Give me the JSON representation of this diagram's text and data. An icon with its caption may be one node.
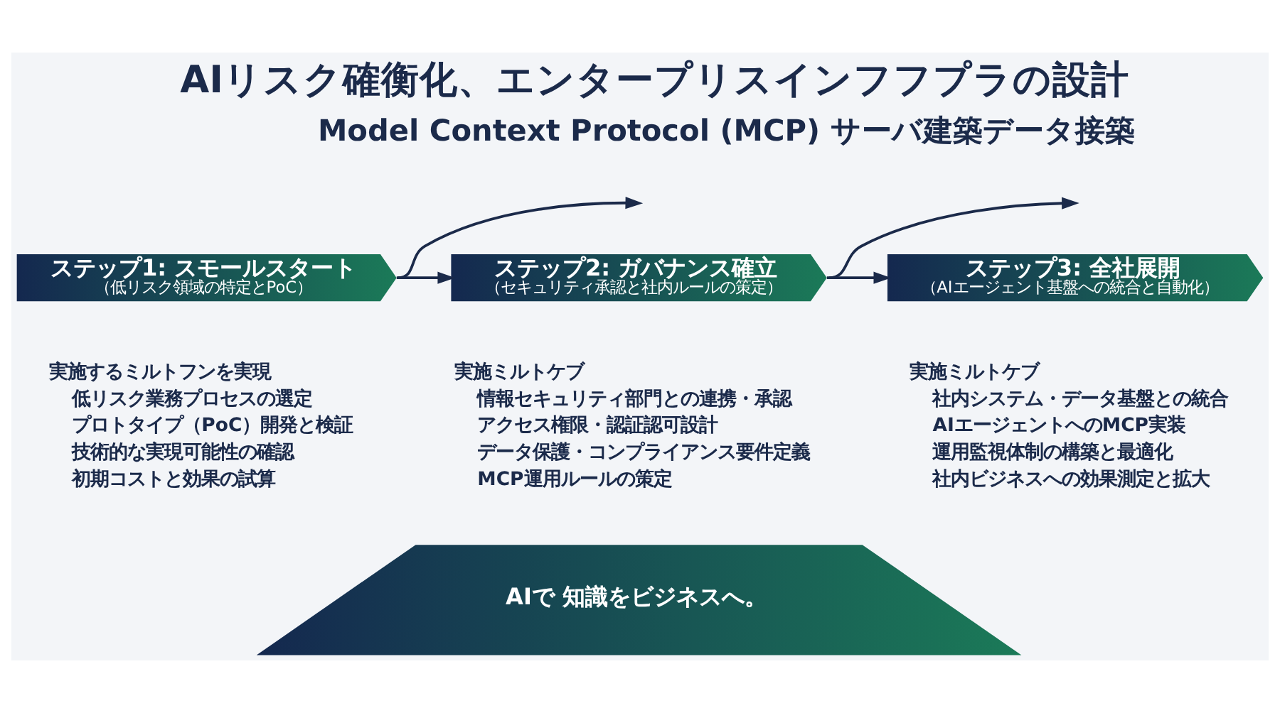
{
  "diagram": {
    "title": "AIリスク確衡化、エンタープリスインフフプラの設計",
    "nodes": [
      {
        "text": [
          "ステップ1: スモールスタート",
          "（低リスク領域の特定とPoC）"
        ],
        "beside": [
          "実施するミルトフンを実現",
          "低リスク業務プロセスの選定",
          "プロトタイプ（PoC）開発と検証",
          "技術的な実現可能性の確認",
          "初期コストと効果の試算"
        ]
      },
      {
        "text": [
          "ステップ2: ガバナンス確立",
          "（セキュリティ承認と社内ルールの策定）"
        ],
        "beside": [
          "実施ミルトケブ",
          "情報セキュリティ部門との連携・承認",
          "アクセス権限・認証認可設計",
          "データ保護・コンプライアンス要件定義",
          "MCP運用ルールの策定"
        ]
      },
      {
        "text": [
          "ステップ3: 全社展開",
          "（AIエージェント基盤への統合と自動化）"
        ],
        "beside": [
          "実施ミルトケブ",
          "社内システム・データ基盤との統合",
          "AIエージェントへのMCP実装",
          "運用監視体制の構築と最適化",
          "社内ビジネスへの効果測定と拡大"
        ]
      },
      {
        "text": [
          "AIで 知識をビジネスへ。"
        ]
      }
    ],
    "edges": [
      {
        "from": 0,
        "to": null,
        "arrow": "to"
      },
      {
        "from": 0,
        "to": 1,
        "arrow": "to"
      },
      {
        "from": 1,
        "to": null,
        "arrow": "to"
      },
      {
        "from": 1,
        "to": 2,
        "arrow": "to"
      }
    ],
    "labels": [
      "Model Context Protocol (MCP) サーバ建築データ接築"
    ]
  }
}
